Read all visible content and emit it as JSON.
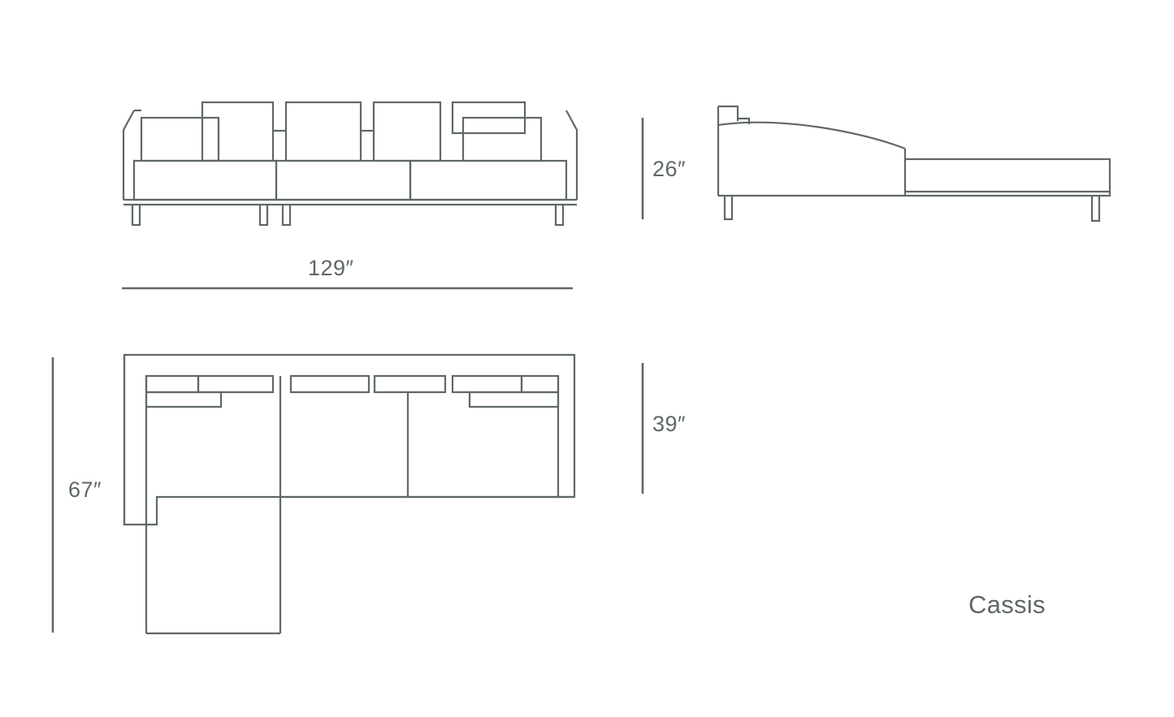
{
  "drawing": {
    "product_name": "Cassis",
    "stroke_color": "#5f6769",
    "background_color": "#ffffff",
    "units": "inches",
    "views": [
      {
        "name": "front-elevation",
        "position": "top-left"
      },
      {
        "name": "side-elevation",
        "position": "top-right"
      },
      {
        "name": "plan-view",
        "position": "bottom-left"
      }
    ]
  },
  "dimensions": {
    "width": {
      "label": "129″",
      "value": 129,
      "unit": "in",
      "applies_to": "front-elevation",
      "orientation": "horizontal"
    },
    "height": {
      "label": "26″",
      "value": 26,
      "unit": "in",
      "applies_to": "side-elevation",
      "orientation": "vertical"
    },
    "depth": {
      "label": "39″",
      "value": 39,
      "unit": "in",
      "applies_to": "plan-view",
      "orientation": "vertical"
    },
    "length": {
      "label": "67″",
      "value": 67,
      "unit": "in",
      "applies_to": "plan-view",
      "orientation": "vertical"
    }
  }
}
